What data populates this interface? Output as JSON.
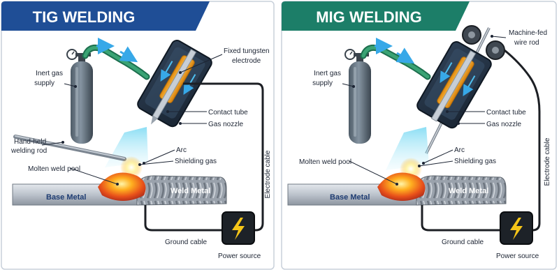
{
  "colors": {
    "tig_accent": "#1f4e96",
    "mig_accent": "#1c7e68",
    "gas_tube": "#2d8a64",
    "flow_arrow": "#37a8e8",
    "weld_pool": "#f07a18",
    "electrode": "#f5a623",
    "bolt": "#f5c518"
  },
  "tig": {
    "title": "TIG WELDING",
    "labels": {
      "gas_supply_1": "Inert gas",
      "gas_supply_2": "supply",
      "electrode_1": "Fixed tungsten",
      "electrode_2": "electrode",
      "contact_tube": "Contact tube",
      "gas_nozzle": "Gas nozzle",
      "rod_1": "Hand-held",
      "rod_2": "welding rod",
      "arc": "Arc",
      "shielding_gas": "Shielding gas",
      "weld_pool": "Molten weld pool",
      "base_metal": "Base Metal",
      "weld_metal": "Weld Metal",
      "electrode_cable": "Electrode cable",
      "ground_cable": "Ground cable",
      "power_source": "Power source"
    }
  },
  "mig": {
    "title": "MIG WELDING",
    "labels": {
      "gas_supply_1": "Inert gas",
      "gas_supply_2": "supply",
      "wire_1": "Machine-fed",
      "wire_2": "wire rod",
      "contact_tube": "Contact tube",
      "gas_nozzle": "Gas nozzle",
      "arc": "Arc",
      "shielding_gas": "Shielding gas",
      "weld_pool": "Molten weld pool",
      "base_metal": "Base Metal",
      "weld_metal": "Weld Metal",
      "electrode_cable": "Electrode cable",
      "ground_cable": "Ground cable",
      "power_source": "Power source"
    }
  }
}
